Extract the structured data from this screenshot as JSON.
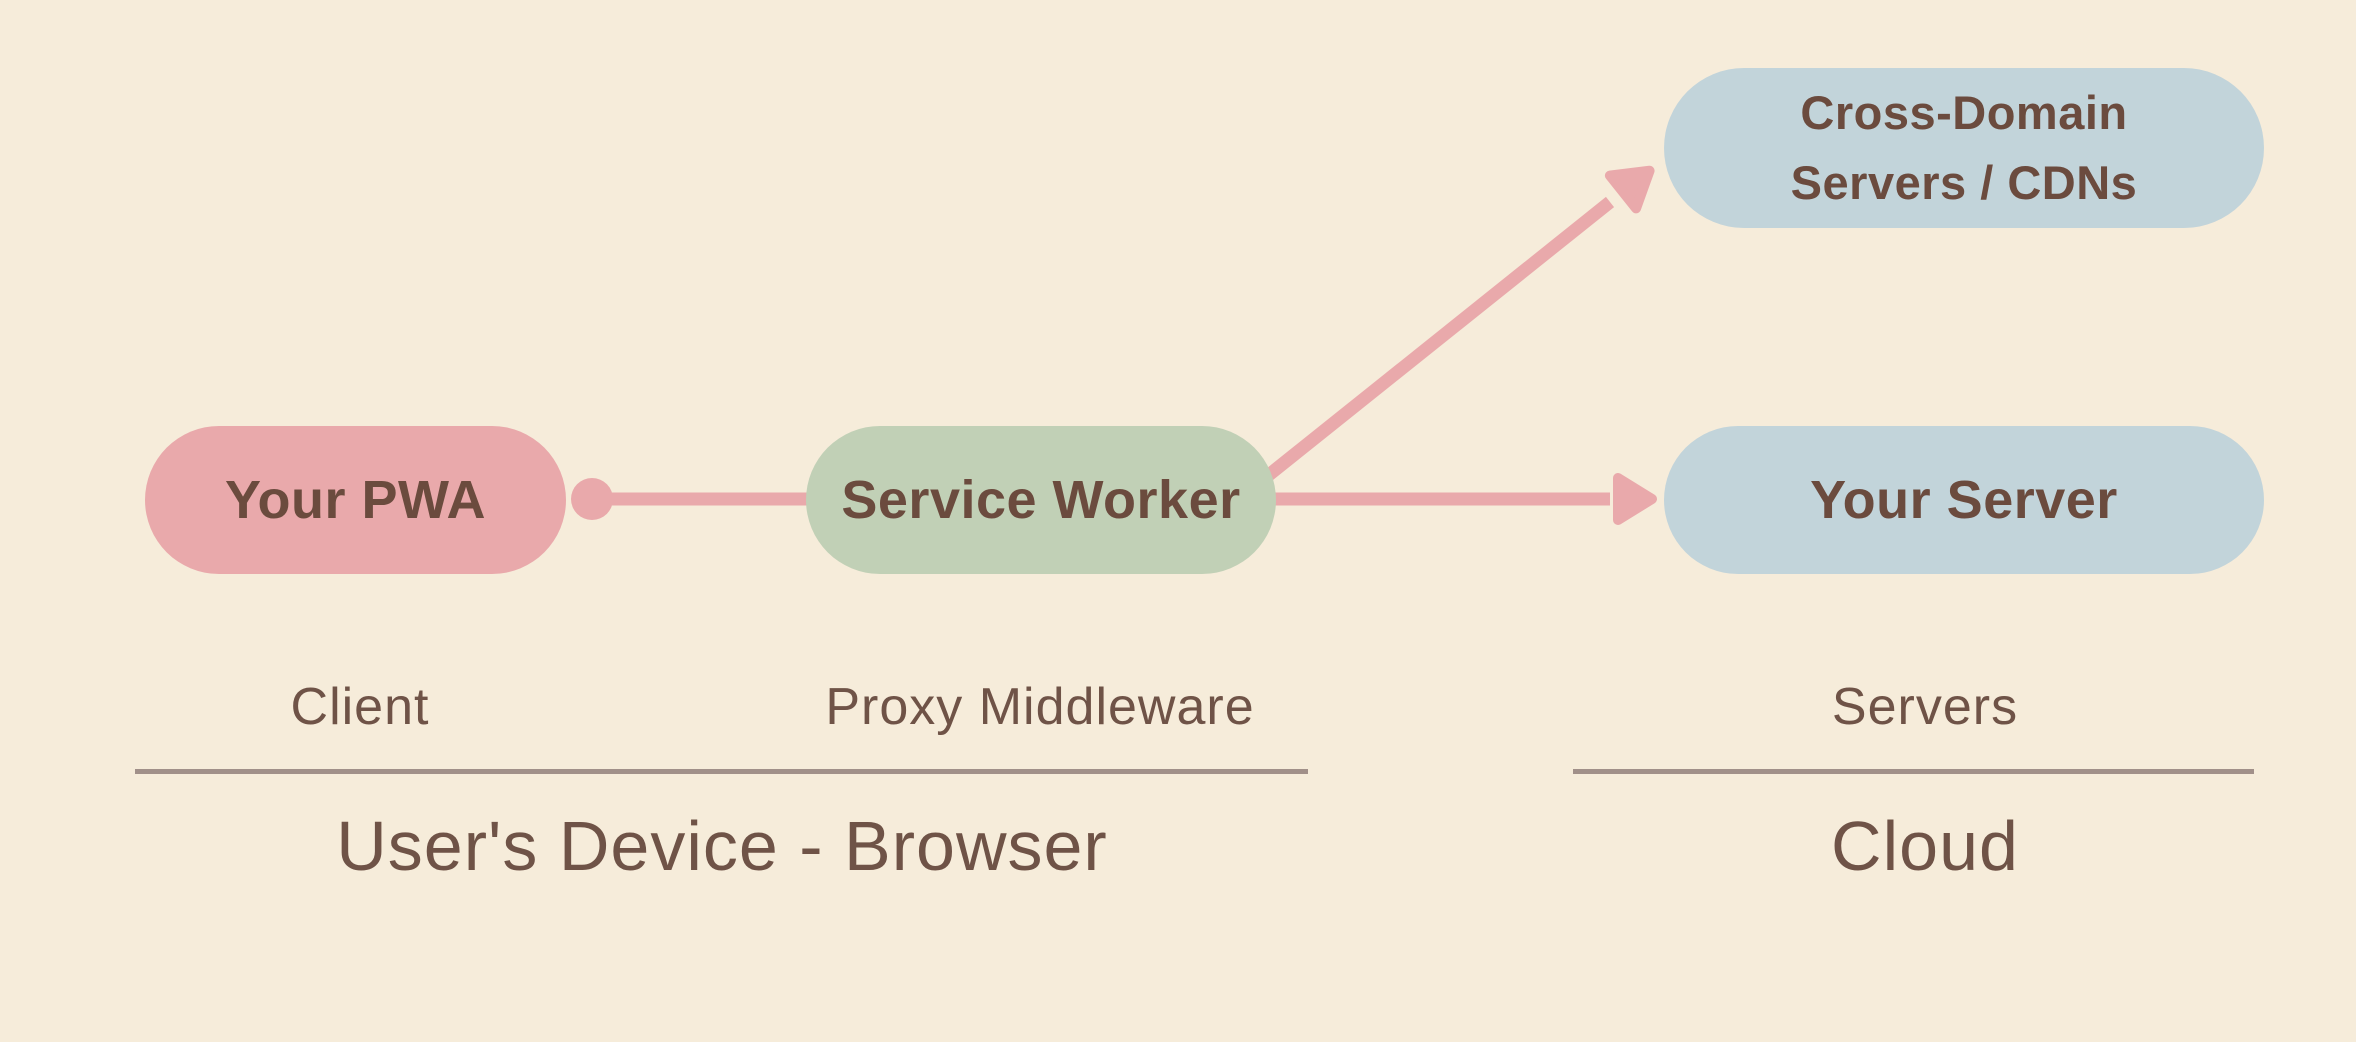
{
  "colors": {
    "background": "#f6ecda",
    "node_client": "#e9a9ab",
    "node_middleware": "#c1d0b6",
    "node_server": "#c2d4da",
    "connector": "#e9a9ab",
    "text_dark": "#6b4b3e",
    "text_label": "#6f5347",
    "divider": "#a19089"
  },
  "nodes": {
    "pwa": {
      "label": "Your PWA"
    },
    "service_worker": {
      "label": "Service Worker"
    },
    "cross_domain": {
      "label": "Cross-Domain Servers / CDNs"
    },
    "your_server": {
      "label": "Your Server"
    }
  },
  "column_labels": {
    "client": "Client",
    "proxy": "Proxy Middleware",
    "servers": "Servers"
  },
  "group_labels": {
    "device": "User's Device - Browser",
    "cloud": "Cloud"
  }
}
